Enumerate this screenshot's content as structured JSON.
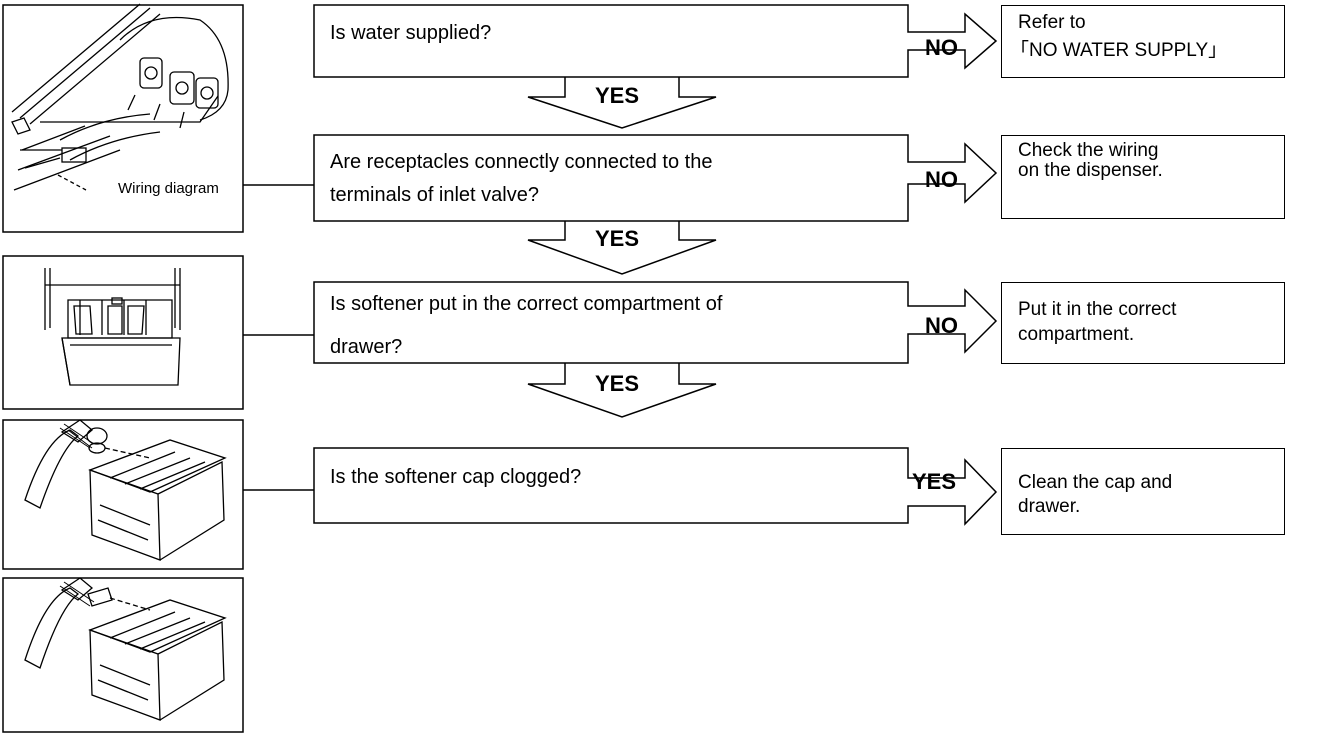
{
  "steps": [
    {
      "question": "Is water supplied?",
      "branch": "NO",
      "advance": "YES",
      "result_lines": [
        "Refer to",
        "「NO WATER SUPPLY」"
      ]
    },
    {
      "question_lines": [
        "Are receptacles connectly connected to the",
        "terminals of inlet valve?"
      ],
      "branch": "NO",
      "advance": "YES",
      "result_lines": [
        "Check the wiring",
        "on the dispenser."
      ]
    },
    {
      "question_lines": [
        "Is softener put in the correct compartment of",
        "drawer?"
      ],
      "branch": "NO",
      "advance": "YES",
      "result_lines": [
        "Put it in the correct",
        "compartment."
      ]
    },
    {
      "question": "Is the softener cap clogged?",
      "branch": "YES",
      "result_lines": [
        "Clean the cap and",
        "drawer."
      ]
    }
  ],
  "figures": {
    "inlet_valve": {
      "caption": "Wiring diagram",
      "icon": "inlet-valve-illustration"
    },
    "dispenser": {
      "icon": "dispenser-drawer-illustration"
    },
    "drawer_cap": {
      "icon": "drawer-brush-cap-illustration"
    },
    "drawer_insert": {
      "icon": "drawer-brush-insert-illustration"
    }
  },
  "colors": {
    "line": "#000000",
    "background": "#ffffff"
  }
}
